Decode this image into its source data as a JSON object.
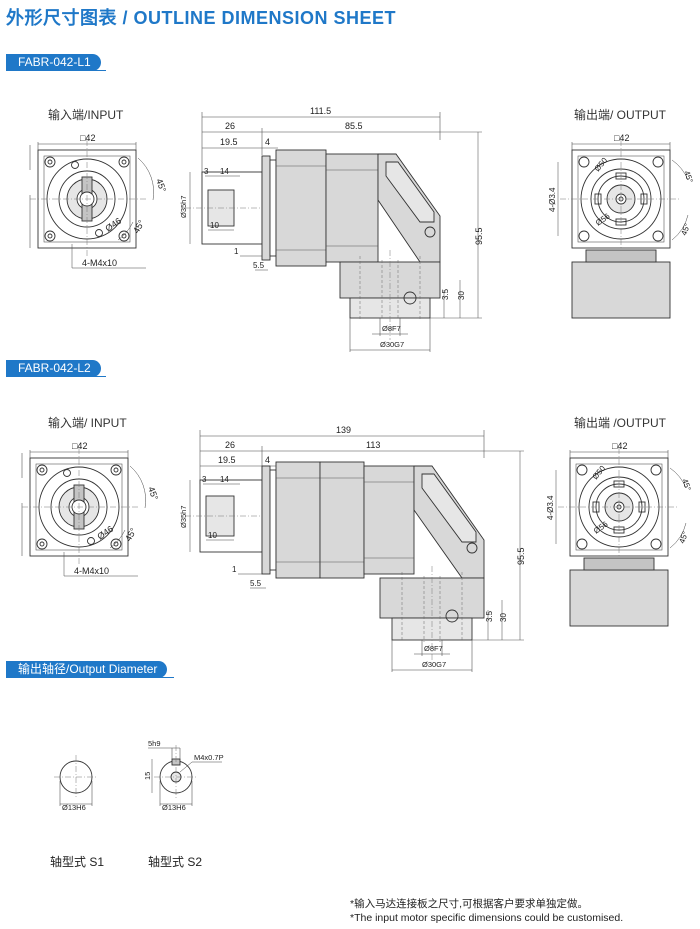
{
  "title": "外形尺寸图表 / OUTLINE DIMENSION SHEET",
  "accent_color": "#1f78c8",
  "sections": [
    {
      "label": "FABR-042-L1",
      "input_caption": "输入端/INPUT",
      "output_caption": "输出端/ OUTPUT",
      "input_dims": {
        "square": "□42",
        "angle": "45°",
        "pcd": "Ø46",
        "bolts": "4-M4x10"
      },
      "side_dims": {
        "overall": "111.5",
        "input_len": "26",
        "body_len": "85.5",
        "flange": "19.5",
        "step": "4",
        "key": "3",
        "key_len": "14",
        "shaft_len": "10",
        "t1": "1",
        "t2": "5.5",
        "shaft_dia": "Ø35h7",
        "height": "95.5",
        "d1": "3.5",
        "d2": "30",
        "bore": "Ø8F7",
        "pilot": "Ø30G7"
      },
      "output_dims": {
        "square": "□42",
        "angle1": "45°",
        "angle2": "45°",
        "pcd1": "Ø50",
        "pcd2": "Ø56",
        "holes": "4-Ø3.4"
      }
    },
    {
      "label": "FABR-042-L2",
      "input_caption": "输入端/ INPUT",
      "output_caption": "输出端 /OUTPUT",
      "input_dims": {
        "square": "□42",
        "angle": "45°",
        "pcd": "Ø46",
        "bolts": "4-M4x10"
      },
      "side_dims": {
        "overall": "139",
        "input_len": "26",
        "body_len": "113",
        "flange": "19.5",
        "step": "4",
        "key": "3",
        "key_len": "14",
        "shaft_len": "10",
        "t1": "1",
        "t2": "5.5",
        "shaft_dia": "Ø35h7",
        "height": "95.5",
        "d1": "3.5",
        "d2": "30",
        "bore": "Ø8F7",
        "pilot": "Ø30G7"
      },
      "output_dims": {
        "square": "□42",
        "angle1": "45°",
        "angle2": "45°",
        "pcd1": "Ø50",
        "pcd2": "Ø56",
        "holes": "4-Ø3.4"
      }
    }
  ],
  "output_diameter": {
    "label": "输出轴径/Output Diameter",
    "s1": {
      "caption": "轴型式 S1",
      "dia": "Ø13H6"
    },
    "s2": {
      "caption": "轴型式 S2",
      "dia": "Ø13H6",
      "key": "5h9",
      "height": "15",
      "thread": "M4x0.7P"
    }
  },
  "notes": [
    "*输入马达连接板之尺寸,可根据客户要求单独定做。",
    "*The input motor specific dimensions could be customised."
  ]
}
